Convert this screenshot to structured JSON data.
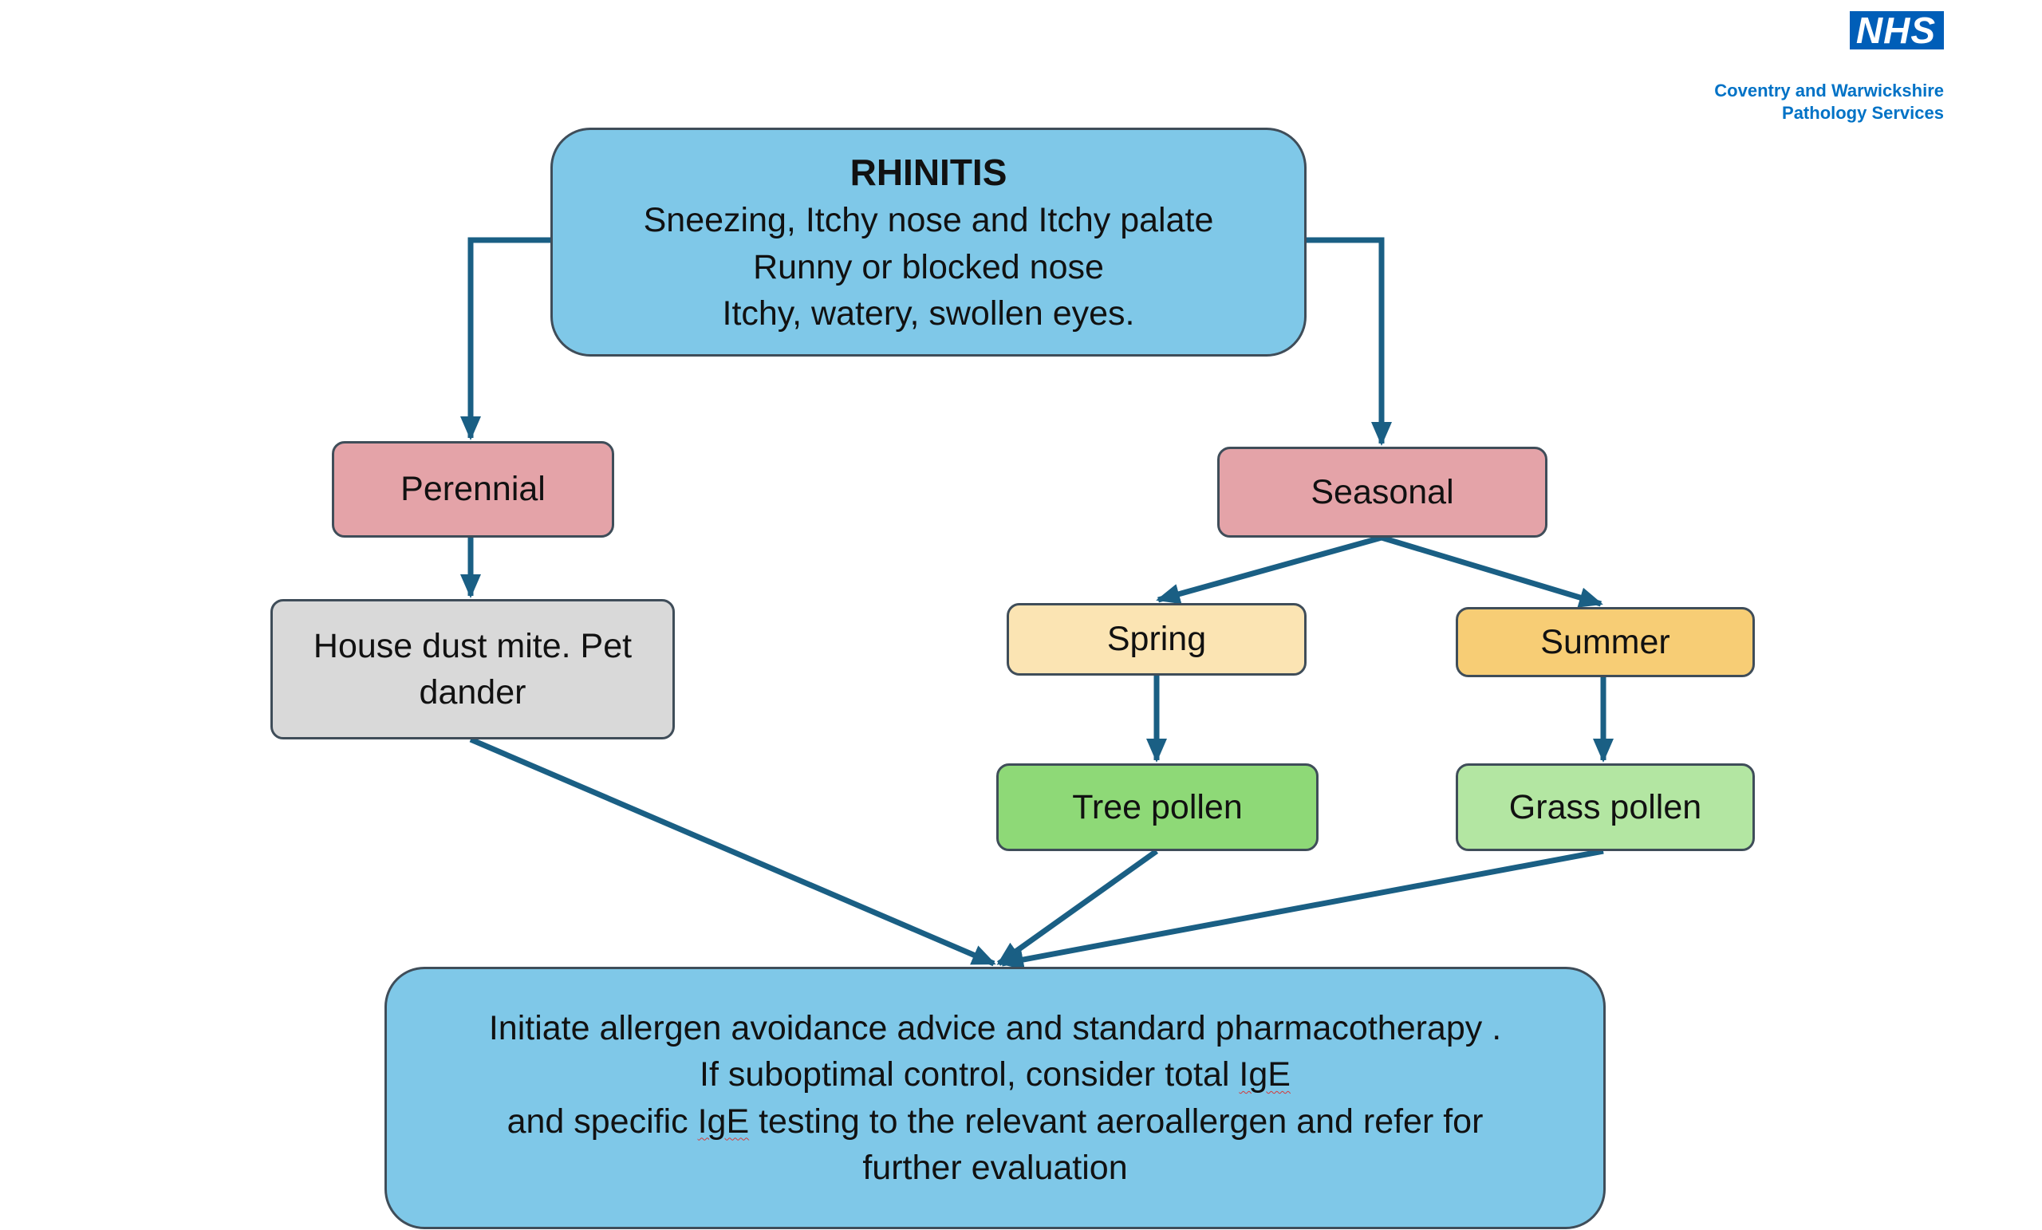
{
  "logo": {
    "badge": "NHS",
    "org_lines": [
      "Coventry and Warwickshire",
      "Pathology Services"
    ]
  },
  "nodes": {
    "rhinitis": {
      "title": "RHINITIS",
      "lines": [
        "Sneezing, Itchy nose and Itchy palate",
        "Runny or blocked nose",
        "Itchy, watery, swollen eyes."
      ]
    },
    "perennial": "Perennial",
    "seasonal": "Seasonal",
    "perennial_allergens": "House dust mite. Pet dander",
    "spring": "Spring",
    "summer": "Summer",
    "tree_pollen": "Tree pollen",
    "grass_pollen": "Grass pollen",
    "management": {
      "line1": "Initiate allergen avoidance advice and standard pharmacotherapy .",
      "line2_pre": "If suboptimal control, consider total ",
      "line2_igE": "IgE",
      "line3_pre": "and specific ",
      "line3_igE": "IgE",
      "line3_post": " testing to the relevant aeroallergen and refer for",
      "line4": "further evaluation"
    }
  },
  "colors": {
    "connector": "#1a5f84",
    "header_box": "#7fc8e8",
    "category_box": "#e4a3a8",
    "allergen_box": "#d9d9d9",
    "spring_box": "#fbe4b3",
    "summer_box": "#f7cd75",
    "tree_box": "#8ed977",
    "grass_box": "#b3e6a2",
    "nhs_blue": "#005eb8"
  }
}
